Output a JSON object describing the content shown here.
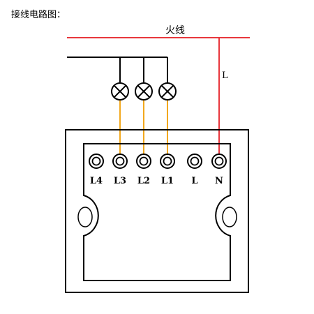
{
  "title": "接线电路图：",
  "live_wire_label": "火线",
  "live_branch_label": "L",
  "terminals": [
    {
      "label": "L4"
    },
    {
      "label": "L3"
    },
    {
      "label": "L2"
    },
    {
      "label": "L1"
    },
    {
      "label": "L"
    },
    {
      "label": "N"
    }
  ],
  "lamps": [
    {
      "name": "lamp-1"
    },
    {
      "name": "lamp-2"
    },
    {
      "name": "lamp-3"
    }
  ],
  "colors": {
    "live_wire": "#e8373d",
    "load_wire": "#f2a81d",
    "outline": "#000000",
    "neutral_wire": "#000000"
  }
}
